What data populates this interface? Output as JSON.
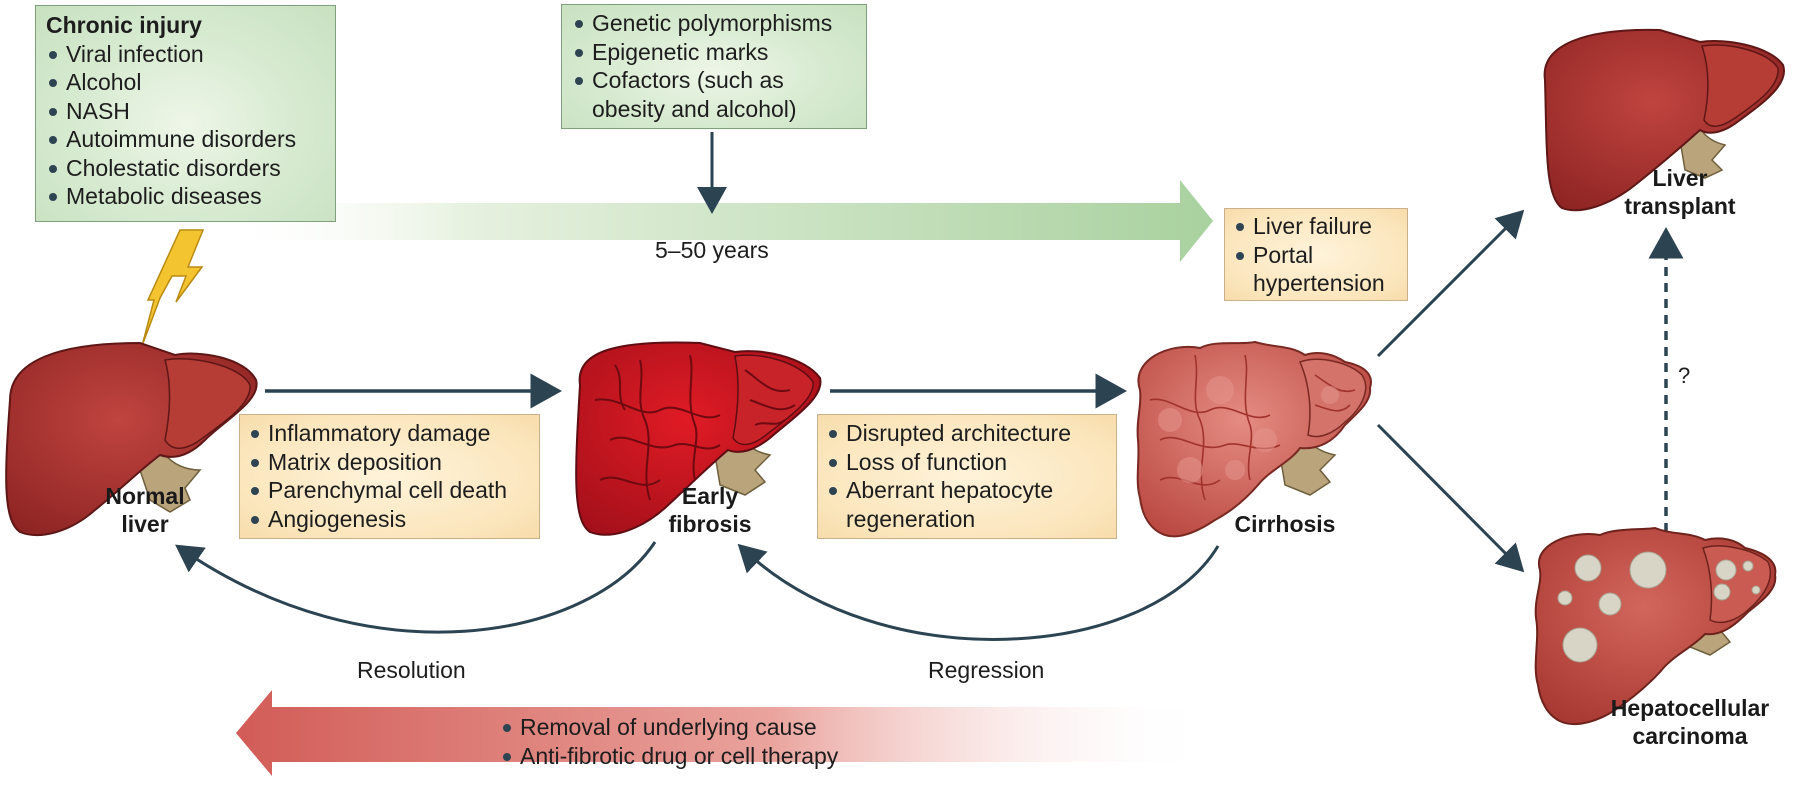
{
  "boxes": {
    "chronic_injury": {
      "title": "Chronic injury",
      "items": [
        "Viral infection",
        "Alcohol",
        "NASH",
        "Autoimmune disorders",
        "Cholestatic disorders",
        "Metabolic diseases"
      ]
    },
    "modifiers": {
      "items": [
        "Genetic polymorphisms",
        "Epigenetic marks",
        "Cofactors (such as obesity and alcohol)"
      ],
      "lines": [
        "Genetic polymorphisms",
        "Epigenetic marks",
        "Cofactors (such as",
        "obesity and alcohol)"
      ]
    },
    "end_stage": {
      "items": [
        "Liver failure",
        "Portal hypertension"
      ],
      "lines": [
        "Liver failure",
        "Portal",
        "hypertension"
      ]
    },
    "fibrosis_processes": {
      "items": [
        "Inflammatory damage",
        "Matrix deposition",
        "Parenchymal cell death",
        "Angiogenesis"
      ]
    },
    "cirrhosis_features": {
      "items": [
        "Disrupted architecture",
        "Loss of function",
        "Aberrant hepatocyte regeneration"
      ],
      "lines": [
        "Disrupted architecture",
        "Loss of function",
        "Aberrant hepatocyte",
        "regeneration"
      ]
    },
    "therapy": {
      "items": [
        "Removal of underlying cause",
        "Anti-fibrotic drug or cell therapy"
      ]
    }
  },
  "stages": {
    "normal": [
      "Normal",
      "liver"
    ],
    "early_fibrosis": [
      "Early",
      "fibrosis"
    ],
    "cirrhosis": [
      "Cirrhosis"
    ],
    "transplant": [
      "Liver",
      "transplant"
    ],
    "hcc": [
      "Hepatocellular",
      "carcinoma"
    ]
  },
  "labels": {
    "timeline": "5–50 years",
    "resolution": "Resolution",
    "regression": "Regression",
    "uncertain": "?"
  },
  "colors": {
    "arrow": "#2c4352",
    "liver_normal": "#a8302f",
    "liver_fibrosis": "#c4141f",
    "liver_cirrhosis": "#cf6a62",
    "tissue": "#b9a47c",
    "lightning": "#f4c430",
    "green_arrow": "#b9d9b0",
    "red_arrow": "#d56b66"
  }
}
